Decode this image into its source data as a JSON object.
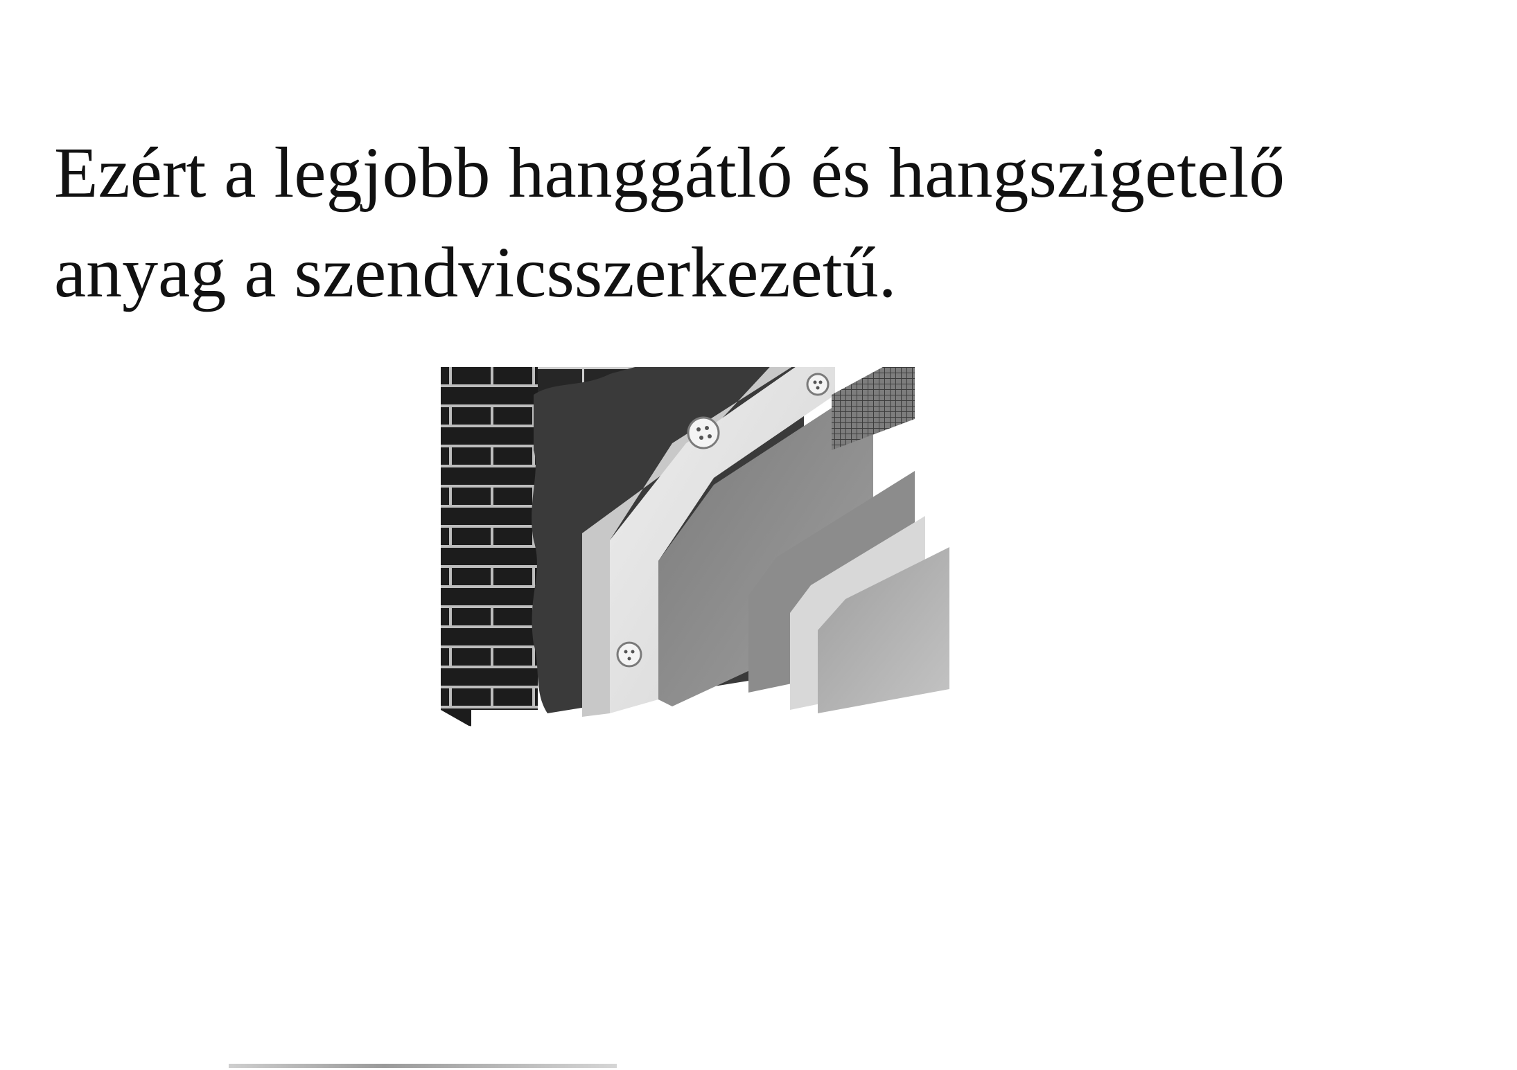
{
  "slide": {
    "title_line1": "Ezért a legjobb hanggátló és hangszigetelő",
    "title_line2": "anyag a szendvicsszerkezetű."
  },
  "illustration": {
    "subject": "wall-insulation-layers",
    "palette": {
      "brick": "#222222",
      "mortar": "#d9d9d9",
      "adhesive": "#3a3a3a",
      "insulation": "#e2e2e2",
      "dowel": "#f4f4f4",
      "render": "#8a8a8a",
      "mesh": "#5a5a5a",
      "finish": "#b8b8b8"
    }
  }
}
